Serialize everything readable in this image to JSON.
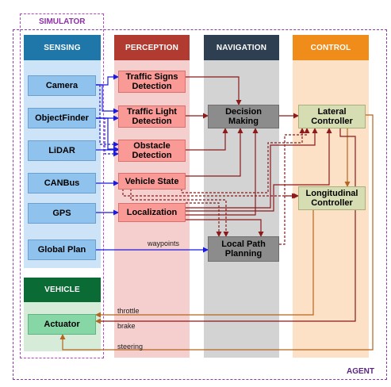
{
  "labels": {
    "simulator": "SIMULATOR",
    "agent": "AGENT"
  },
  "lanes": {
    "sensing": "SENSING",
    "perception": "PERCEPTION",
    "navigation": "NAVIGATION",
    "control": "CONTROL",
    "vehicle": "VEHICLE"
  },
  "sensing": {
    "camera": "Camera",
    "objectfinder": "ObjectFinder",
    "lidar": "LiDAR",
    "canbus": "CANBus",
    "gps": "GPS",
    "global_plan": "Global Plan"
  },
  "perception": {
    "traffic_signs": "Traffic Signs Detection",
    "traffic_light": "Traffic Light Detection",
    "obstacle": "Obstacle Detection",
    "vehicle_state": "Vehicle State",
    "localization": "Localization"
  },
  "navigation": {
    "decision": "Decision Making",
    "local_path": "Local Path Planning"
  },
  "control": {
    "lateral": "Lateral Controller",
    "longitudinal": "Longitudinal Controller"
  },
  "vehicle": {
    "actuator": "Actuator"
  },
  "edges": {
    "waypoints": "waypoints",
    "throttle": "throttle",
    "brake": "brake",
    "steering": "steering"
  },
  "colors": {
    "sensing_head": "#1f77a9",
    "perception_head": "#b13b30",
    "navigation_head": "#2d3f50",
    "control_head": "#ef8c1a",
    "vehicle_head": "#0b6b34",
    "simulator_border": "#b040c0",
    "agent_border": "#8030a0",
    "blue_arrow": "#1a1ae0",
    "red_arrow": "#8b1a1a"
  }
}
